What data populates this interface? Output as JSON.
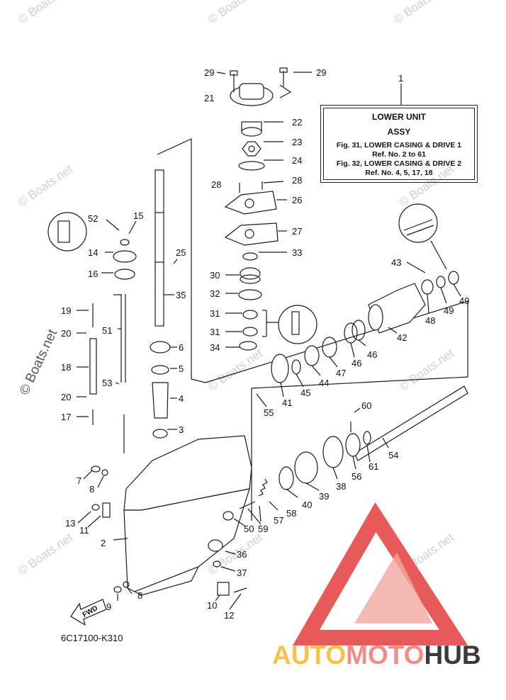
{
  "info_box": {
    "title": "LOWER UNIT",
    "subtitle": "ASSY",
    "line1": "Fig. 31, LOWER CASING & DRIVE 1",
    "line2": "Ref. No. 2 to 61",
    "line3": "Fig. 32, LOWER CASING & DRIVE 2",
    "line4": "Ref. No. 4, 5, 17, 18"
  },
  "document_code": "6C17100-K310",
  "fwd_label": "FWD",
  "watermark": "© Boats.net",
  "brand": {
    "part1": "AUTO",
    "part2": "MOTO",
    "part3": "HUB"
  },
  "callouts": {
    "c1": "1",
    "c2": "2",
    "c3": "3",
    "c4": "4",
    "c5": "5",
    "c6": "6",
    "c7": "7",
    "c8a": "8",
    "c8b": "8",
    "c9": "9",
    "c10": "10",
    "c11": "11",
    "c12": "12",
    "c13": "13",
    "c14": "14",
    "c15": "15",
    "c16": "16",
    "c17": "17",
    "c18": "18",
    "c19": "19",
    "c20a": "20",
    "c20b": "20",
    "c21": "21",
    "c22": "22",
    "c23": "23",
    "c24": "24",
    "c25": "25",
    "c26": "26",
    "c27": "27",
    "c28a": "28",
    "c28b": "28",
    "c29a": "29",
    "c29b": "29",
    "c30": "30",
    "c31a": "31",
    "c31b": "31",
    "c32": "32",
    "c33": "33",
    "c34": "34",
    "c35": "35",
    "c36": "36",
    "c37": "37",
    "c38": "38",
    "c39": "39",
    "c40": "40",
    "c41": "41",
    "c42": "42",
    "c43": "43",
    "c44": "44",
    "c45": "45",
    "c46a": "46",
    "c46b": "46",
    "c47": "47",
    "c48": "48",
    "c49a": "49",
    "c49b": "49",
    "c50": "50",
    "c51": "51",
    "c52": "52",
    "c53": "53",
    "c54": "54",
    "c55": "55",
    "c56": "56",
    "c57": "57",
    "c58": "58",
    "c59": "59",
    "c60": "60",
    "c61": "61"
  },
  "colors": {
    "line": "#1a1a1a",
    "watermark": "#cfcfcf",
    "logo_red": "#e85a5a",
    "logo_pink": "#f3a7a0",
    "brand_yellow": "#f6c24a",
    "brand_dark": "#3a3a3a"
  }
}
